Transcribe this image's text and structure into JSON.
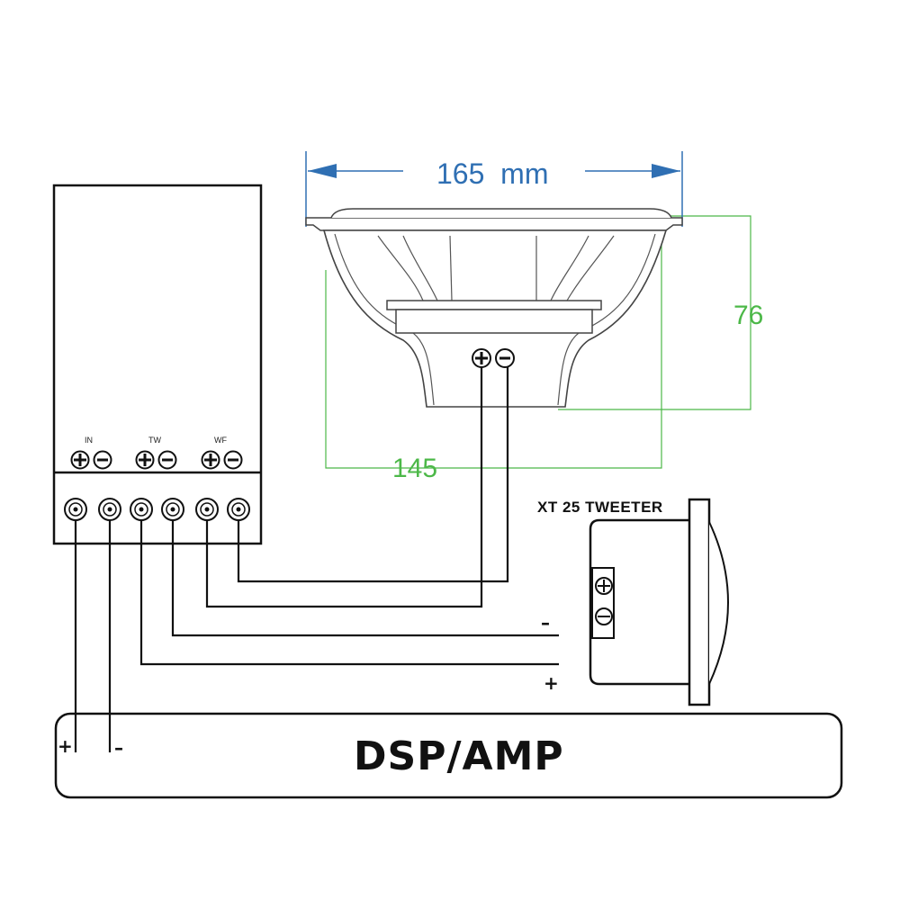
{
  "crossover": {
    "terminal_groups": [
      {
        "label": "IN"
      },
      {
        "label": "TW"
      },
      {
        "label": "WF"
      }
    ]
  },
  "woofer": {
    "width_label": "165  mm",
    "height_label": "76",
    "mount_label": "145"
  },
  "tweeter": {
    "label": "XT 25 TWEETER",
    "minus_sign": "–",
    "plus_sign": "+"
  },
  "amp": {
    "label": "DSP/AMP",
    "plus_sign": "+",
    "minus_sign": "–"
  },
  "colors": {
    "dimension_blue": "#2f6fb3",
    "dimension_green": "#4cb848",
    "line": "#111111"
  },
  "icons": [
    "plus-terminal-icon",
    "minus-terminal-icon",
    "screw-terminal-icon",
    "arrow-left-icon",
    "arrow-right-icon"
  ]
}
